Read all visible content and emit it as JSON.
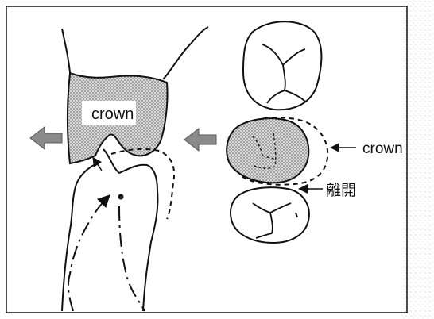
{
  "diagram": {
    "crown_label_left": "crown",
    "crown_label_right": "crown",
    "separation_label": "離開",
    "colors": {
      "line": "#111111",
      "crown_fill": "#b9b9b9",
      "arrow_fill": "#8a8a8a",
      "border": "#222222"
    }
  }
}
